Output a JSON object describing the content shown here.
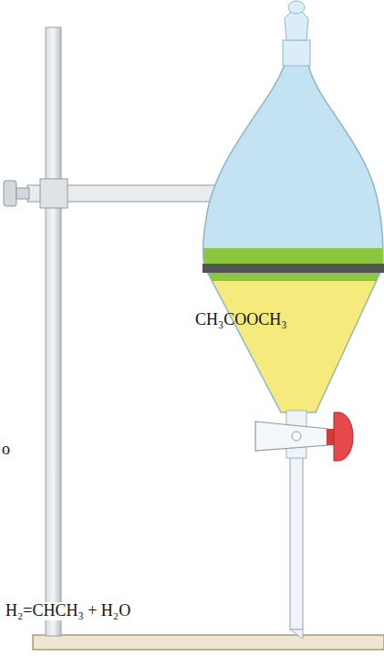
{
  "diagram": {
    "labels": [
      "CH₃COOCH₃",
      "o",
      "H₂=CHCH₃ + H₂O"
    ]
  }
}
